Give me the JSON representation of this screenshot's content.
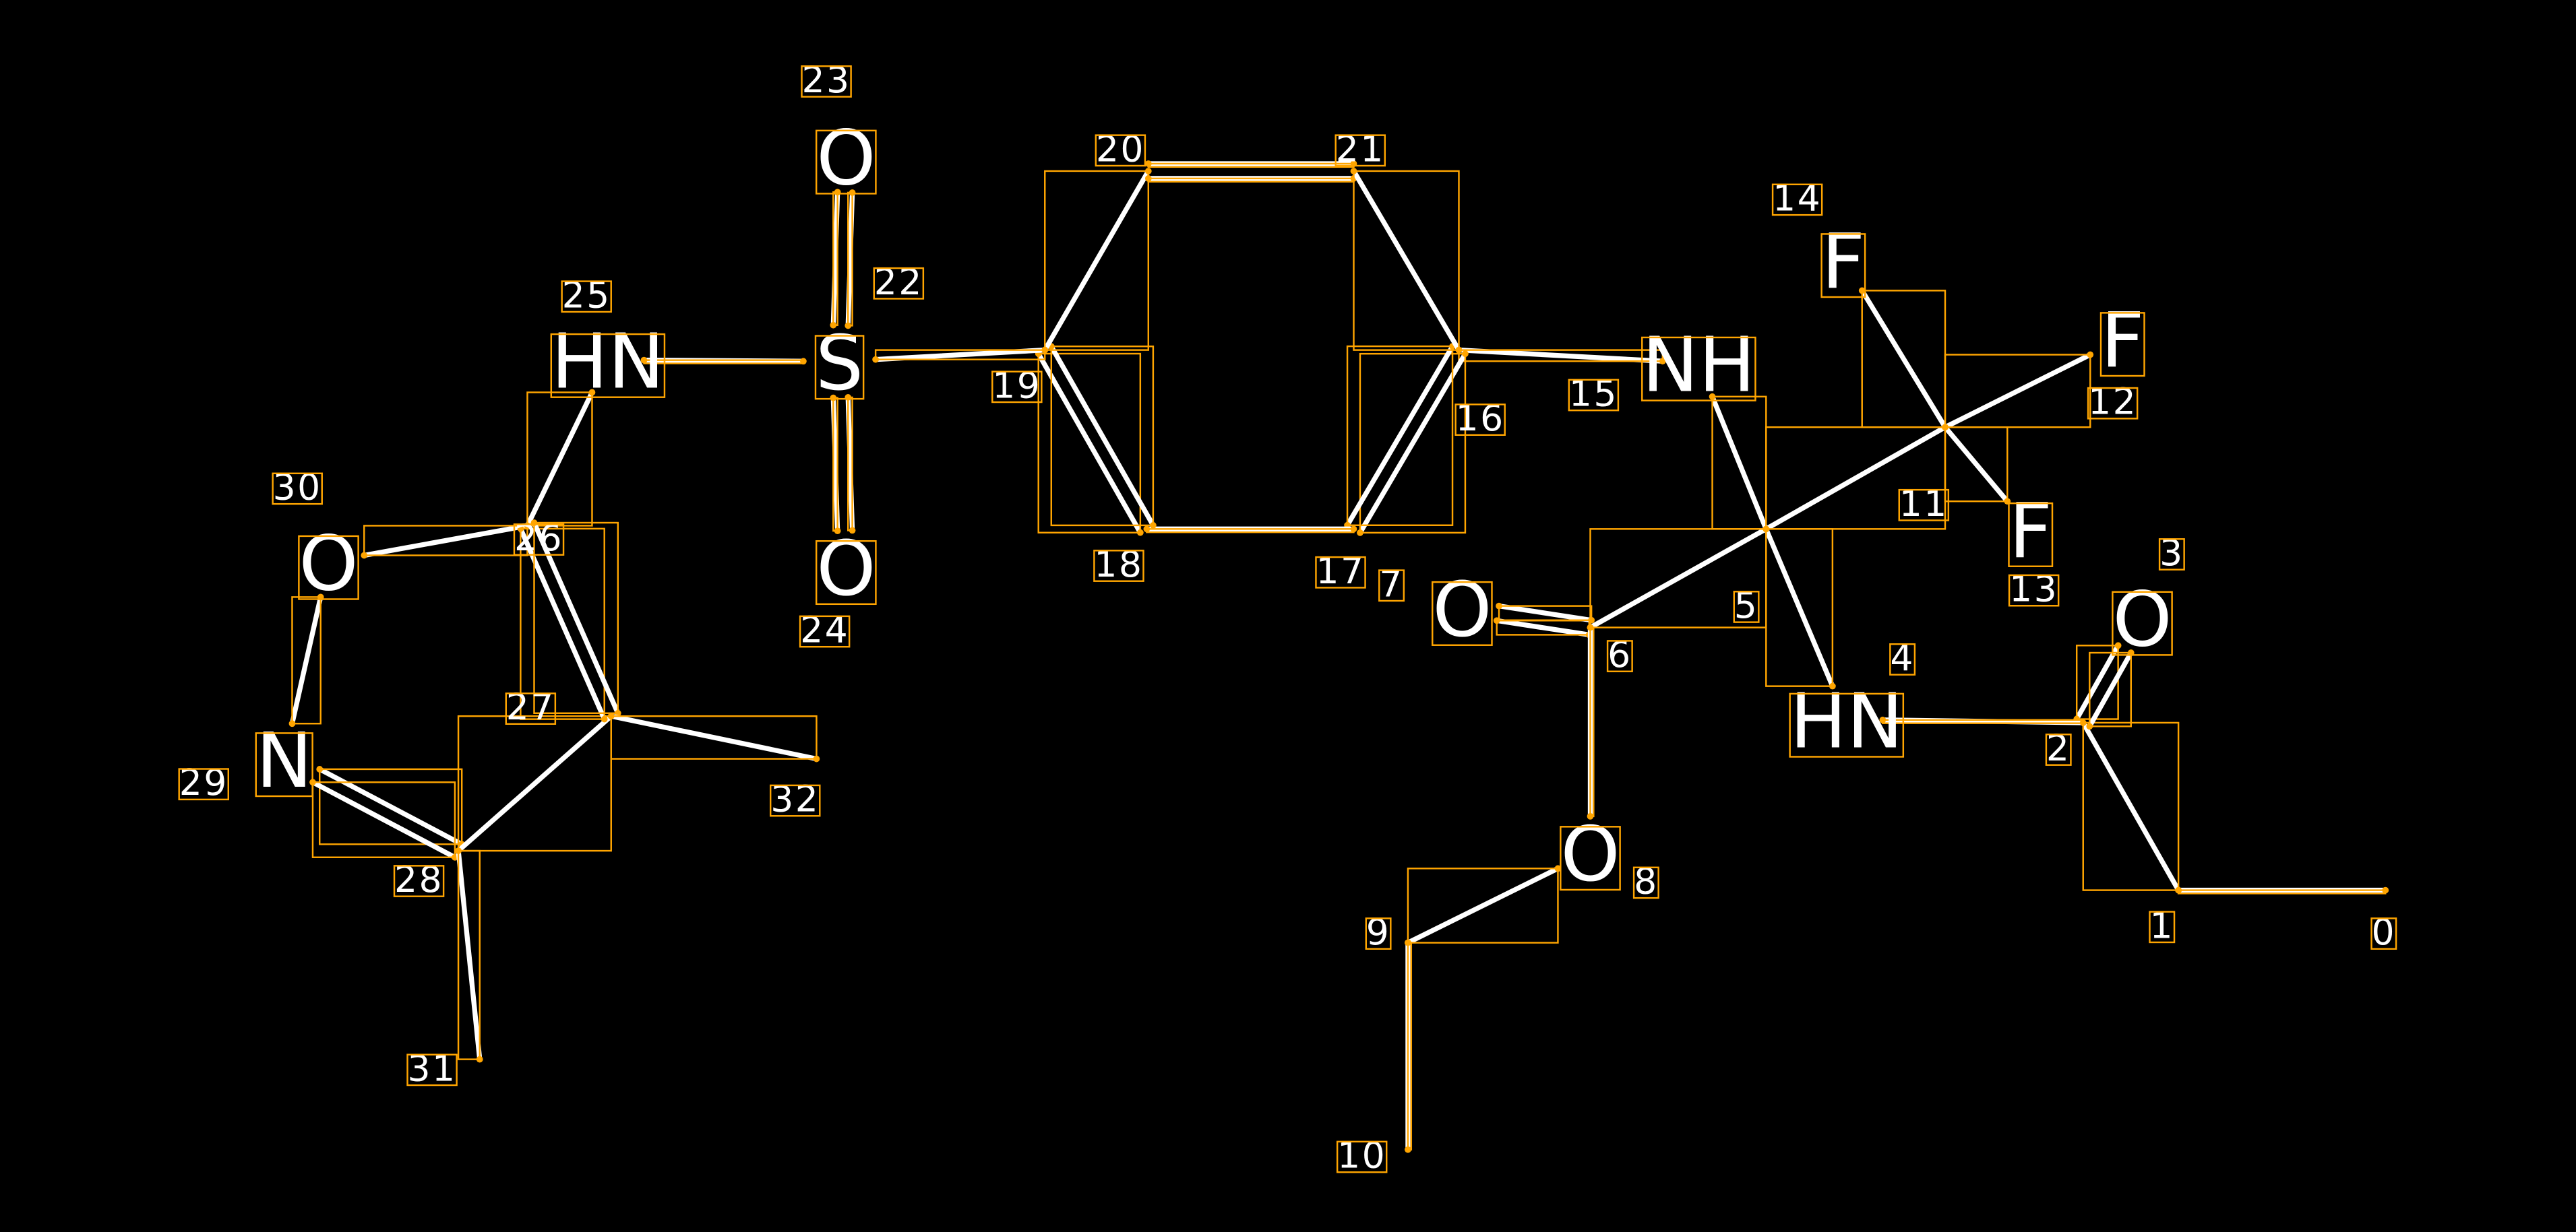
{
  "colors": {
    "background": "#000000",
    "bond": "#FFFFFF",
    "box": "#FFA500"
  },
  "atoms": [
    {
      "index": "0",
      "label": ""
    },
    {
      "index": "1",
      "label": ""
    },
    {
      "index": "2",
      "label": ""
    },
    {
      "index": "3",
      "label": "O"
    },
    {
      "index": "4",
      "label": "HN"
    },
    {
      "index": "5",
      "label": ""
    },
    {
      "index": "6",
      "label": ""
    },
    {
      "index": "7",
      "label": "O"
    },
    {
      "index": "8",
      "label": "O"
    },
    {
      "index": "9",
      "label": ""
    },
    {
      "index": "10",
      "label": ""
    },
    {
      "index": "11",
      "label": ""
    },
    {
      "index": "12",
      "label": "F"
    },
    {
      "index": "13",
      "label": "F"
    },
    {
      "index": "14",
      "label": "F"
    },
    {
      "index": "15",
      "label": "NH"
    },
    {
      "index": "16",
      "label": ""
    },
    {
      "index": "17",
      "label": ""
    },
    {
      "index": "18",
      "label": ""
    },
    {
      "index": "19",
      "label": ""
    },
    {
      "index": "20",
      "label": ""
    },
    {
      "index": "21",
      "label": ""
    },
    {
      "index": "22",
      "label": "S"
    },
    {
      "index": "23",
      "label": "O"
    },
    {
      "index": "24",
      "label": "O"
    },
    {
      "index": "25",
      "label": "HN"
    },
    {
      "index": "26",
      "label": ""
    },
    {
      "index": "27",
      "label": ""
    },
    {
      "index": "28",
      "label": ""
    },
    {
      "index": "29",
      "label": "N"
    },
    {
      "index": "30",
      "label": "O"
    },
    {
      "index": "31",
      "label": ""
    },
    {
      "index": "32",
      "label": ""
    }
  ],
  "bonds": [
    [
      0,
      1,
      1
    ],
    [
      1,
      2,
      1
    ],
    [
      2,
      3,
      2
    ],
    [
      2,
      4,
      1
    ],
    [
      4,
      5,
      1
    ],
    [
      5,
      6,
      1
    ],
    [
      6,
      7,
      2
    ],
    [
      6,
      8,
      1
    ],
    [
      8,
      9,
      1
    ],
    [
      9,
      10,
      1
    ],
    [
      5,
      11,
      1
    ],
    [
      11,
      12,
      1
    ],
    [
      11,
      13,
      1
    ],
    [
      11,
      14,
      1
    ],
    [
      5,
      15,
      1
    ],
    [
      15,
      16,
      1
    ],
    [
      16,
      17,
      2
    ],
    [
      17,
      18,
      1
    ],
    [
      18,
      19,
      2
    ],
    [
      19,
      20,
      1
    ],
    [
      20,
      21,
      2
    ],
    [
      21,
      16,
      1
    ],
    [
      19,
      22,
      1
    ],
    [
      22,
      23,
      2
    ],
    [
      22,
      24,
      2
    ],
    [
      22,
      25,
      1
    ],
    [
      25,
      26,
      1
    ],
    [
      26,
      30,
      1
    ],
    [
      30,
      29,
      1
    ],
    [
      29,
      28,
      2
    ],
    [
      28,
      27,
      1
    ],
    [
      27,
      26,
      2
    ],
    [
      27,
      32,
      1
    ],
    [
      28,
      31,
      1
    ]
  ]
}
